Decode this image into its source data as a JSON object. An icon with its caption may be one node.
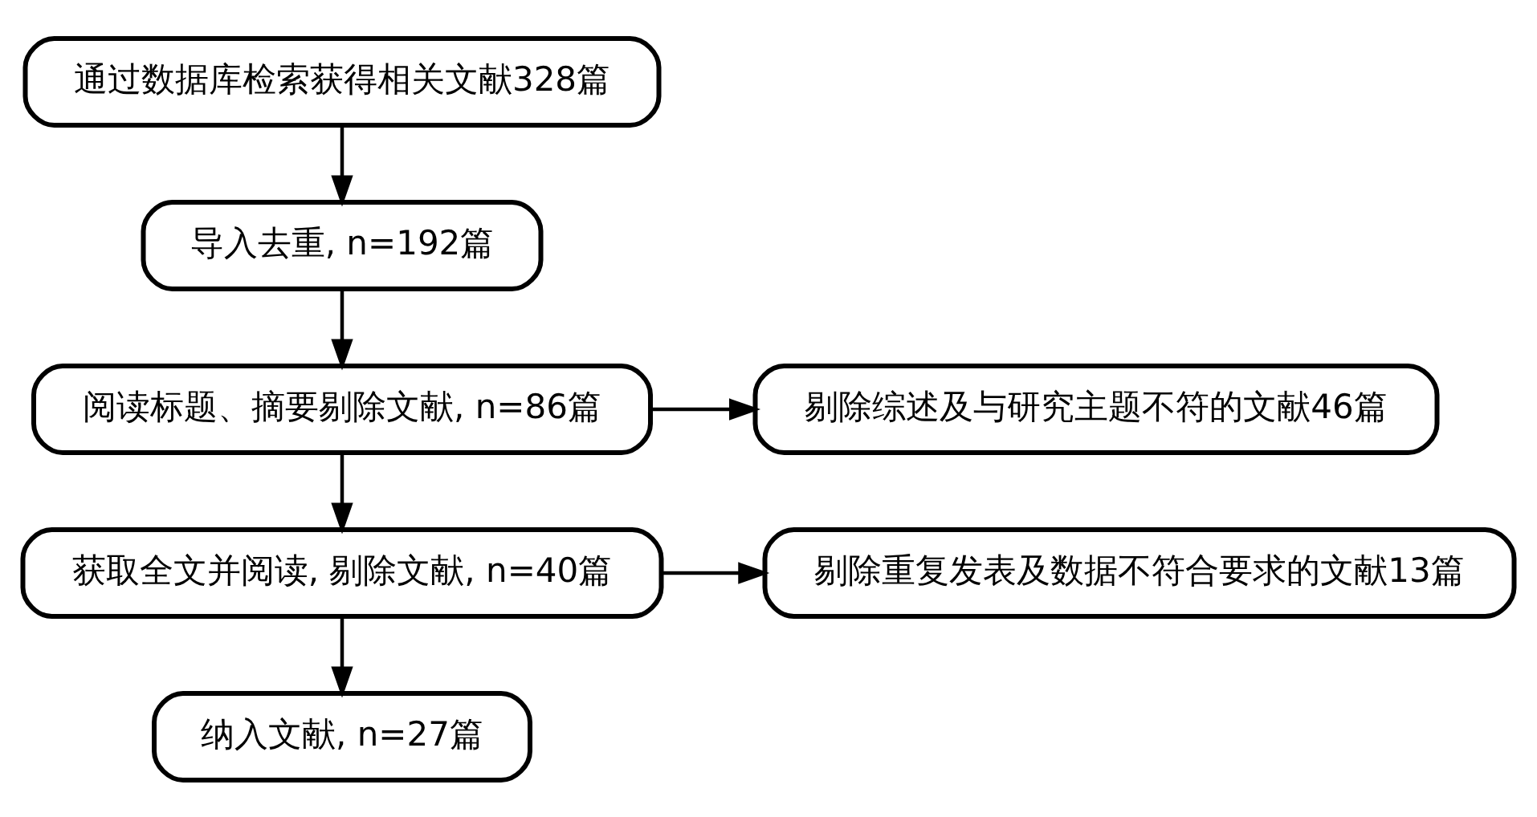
{
  "diagram": {
    "nodes": [
      {
        "text": [
          "通过数据库检索获得相关文献328篇"
        ]
      },
      {
        "text": [
          "导入去重, n=192篇"
        ]
      },
      {
        "text": [
          "阅读标题、摘要剔除文献, n=86篇"
        ]
      },
      {
        "text": [
          "剔除综述及与研究主题不符的文献46篇"
        ]
      },
      {
        "text": [
          "获取全文并阅读, 剔除文献, n=40篇"
        ]
      },
      {
        "text": [
          "剔除重复发表及数据不符合要求的文献13篇"
        ]
      },
      {
        "text": [
          "纳入文献, n=27篇"
        ]
      }
    ],
    "edges": [
      {
        "from": 0,
        "to": 1,
        "arrow": "to"
      },
      {
        "from": 1,
        "to": 2,
        "arrow": "to"
      },
      {
        "from": 2,
        "to": 3,
        "arrow": "to"
      },
      {
        "from": 2,
        "to": 4,
        "arrow": "to"
      },
      {
        "from": 4,
        "to": 5,
        "arrow": "to"
      },
      {
        "from": 4,
        "to": 6,
        "arrow": "to"
      }
    ]
  }
}
